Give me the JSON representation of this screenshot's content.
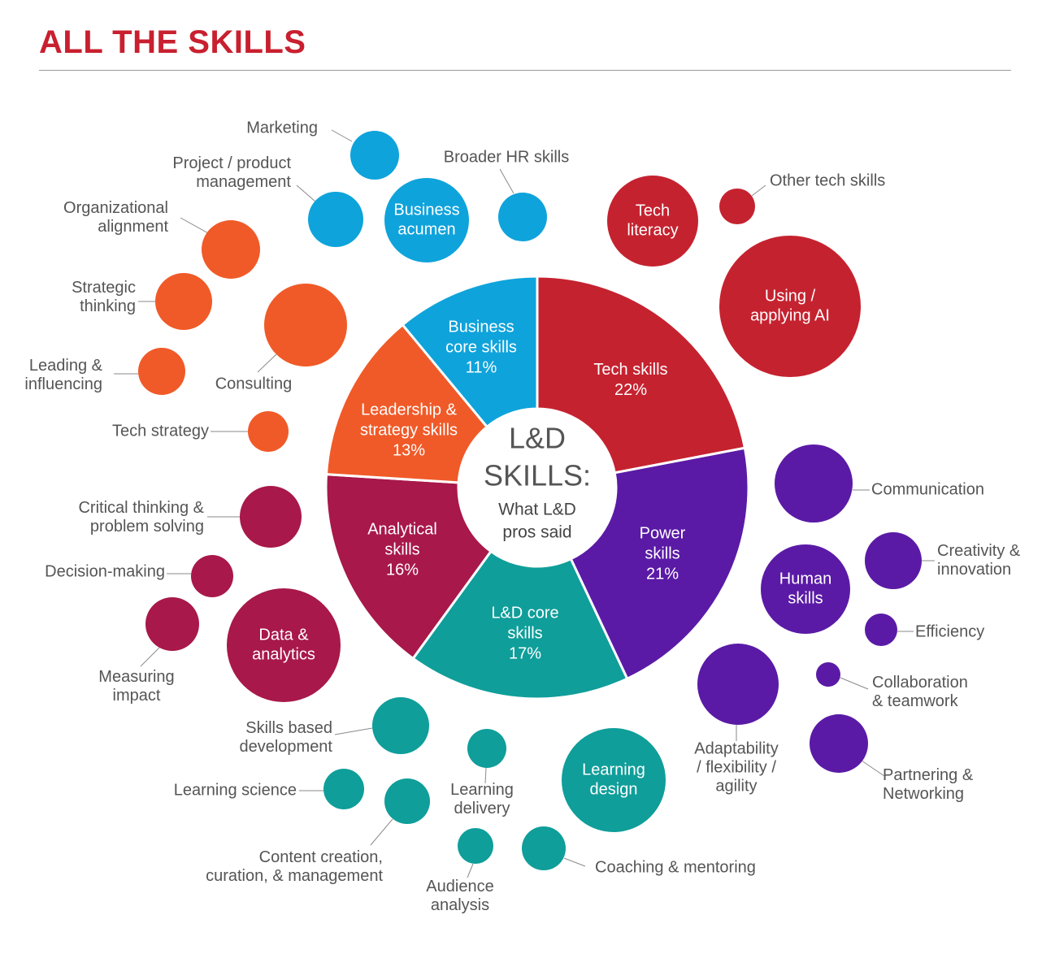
{
  "title": "ALL THE SKILLS",
  "chart_data": {
    "type": "pie",
    "center_label": {
      "line1": "L&D",
      "line2": "SKILLS:",
      "line3": "What L&D",
      "line4": "pros said"
    },
    "slices": [
      {
        "id": "tech",
        "lines": [
          "Tech skills",
          "22%"
        ],
        "value": 22,
        "color": "#c5222f"
      },
      {
        "id": "power",
        "lines": [
          "Power",
          "skills",
          "21%"
        ],
        "value": 21,
        "color": "#5a1aa6"
      },
      {
        "id": "ld-core",
        "lines": [
          "L&D core",
          "skills",
          "17%"
        ],
        "value": 17,
        "color": "#0f9e9a"
      },
      {
        "id": "analytical",
        "lines": [
          "Analytical",
          "skills",
          "16%"
        ],
        "value": 16,
        "color": "#a8184a"
      },
      {
        "id": "leadership",
        "lines": [
          "Leadership &",
          "strategy skills",
          "13%"
        ],
        "value": 13,
        "color": "#f05a28"
      },
      {
        "id": "business",
        "lines": [
          "Business",
          "core skills",
          "11%"
        ],
        "value": 11,
        "color": "#0fa3db"
      }
    ],
    "bubbles": [
      {
        "id": "business-acumen",
        "group": "business",
        "inside": [
          "Business",
          "acumen"
        ]
      },
      {
        "id": "marketing",
        "group": "business",
        "label": [
          "Marketing"
        ]
      },
      {
        "id": "project-management",
        "group": "business",
        "label": [
          "Project / product",
          "management"
        ]
      },
      {
        "id": "broader-hr",
        "group": "business",
        "label": [
          "Broader HR skills"
        ]
      },
      {
        "id": "tech-literacy",
        "group": "tech",
        "inside": [
          "Tech",
          "literacy"
        ]
      },
      {
        "id": "other-tech",
        "group": "tech",
        "label": [
          "Other tech skills"
        ]
      },
      {
        "id": "using-ai",
        "group": "tech",
        "inside": [
          "Using /",
          "applying AI"
        ]
      },
      {
        "id": "org-alignment",
        "group": "leadership",
        "label": [
          "Organizational",
          "alignment"
        ]
      },
      {
        "id": "strategic-thinking",
        "group": "leadership",
        "label": [
          "Strategic",
          "thinking"
        ]
      },
      {
        "id": "consulting",
        "group": "leadership",
        "label": [
          "Consulting"
        ]
      },
      {
        "id": "leading-influencing",
        "group": "leadership",
        "label": [
          "Leading &",
          "influencing"
        ]
      },
      {
        "id": "tech-strategy",
        "group": "leadership",
        "label": [
          "Tech strategy"
        ]
      },
      {
        "id": "critical-thinking",
        "group": "analytical",
        "label": [
          "Critical thinking &",
          "problem solving"
        ]
      },
      {
        "id": "decision-making",
        "group": "analytical",
        "label": [
          "Decision-making"
        ]
      },
      {
        "id": "measuring-impact",
        "group": "analytical",
        "label": [
          "Measuring",
          "impact"
        ]
      },
      {
        "id": "data-analytics",
        "group": "analytical",
        "inside": [
          "Data &",
          "analytics"
        ]
      },
      {
        "id": "skills-based-dev",
        "group": "ld-core",
        "label": [
          "Skills based",
          "development"
        ]
      },
      {
        "id": "learning-science",
        "group": "ld-core",
        "label": [
          "Learning science"
        ]
      },
      {
        "id": "learning-delivery",
        "group": "ld-core",
        "label": [
          "Learning",
          "delivery"
        ]
      },
      {
        "id": "content-creation",
        "group": "ld-core",
        "label": [
          "Content creation,",
          "curation, & management"
        ]
      },
      {
        "id": "audience-analysis",
        "group": "ld-core",
        "label": [
          "Audience",
          "analysis"
        ]
      },
      {
        "id": "coaching",
        "group": "ld-core",
        "label": [
          "Coaching & mentoring"
        ]
      },
      {
        "id": "learning-design",
        "group": "ld-core",
        "inside": [
          "Learning",
          "design"
        ]
      },
      {
        "id": "communication",
        "group": "power",
        "label": [
          "Communication"
        ]
      },
      {
        "id": "human-skills",
        "group": "power",
        "inside": [
          "Human",
          "skills"
        ]
      },
      {
        "id": "creativity",
        "group": "power",
        "label": [
          "Creativity &",
          "innovation"
        ]
      },
      {
        "id": "efficiency",
        "group": "power",
        "label": [
          "Efficiency"
        ]
      },
      {
        "id": "adaptability",
        "group": "power",
        "label": [
          "Adaptability",
          "/ flexibility /",
          "agility"
        ]
      },
      {
        "id": "collaboration",
        "group": "power",
        "label": [
          "Collaboration",
          "& teamwork"
        ]
      },
      {
        "id": "partnering",
        "group": "power",
        "label": [
          "Partnering &",
          "Networking"
        ]
      }
    ]
  }
}
